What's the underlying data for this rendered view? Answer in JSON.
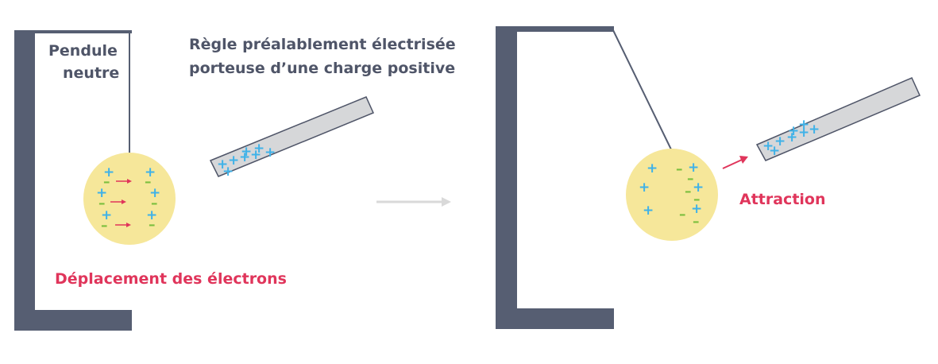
{
  "labels": {
    "pendulum_line1": "Pendule",
    "pendulum_line2": "neutre",
    "ruler_line1": "Règle préalablement électrisée",
    "ruler_line2": "porteuse d’une charge positive",
    "displacement": "Déplacement des électrons",
    "attraction": "Attraction"
  },
  "symbols": {
    "plus": "+",
    "minus": "–"
  },
  "colors": {
    "stand": "#565e72",
    "sphere": "#f6e79a",
    "ruler": "#d6d7d9",
    "positive": "#3fb2e8",
    "negative": "#7cbf3f",
    "accent": "#e0355b",
    "transition_arrow": "#d9d9d9"
  }
}
